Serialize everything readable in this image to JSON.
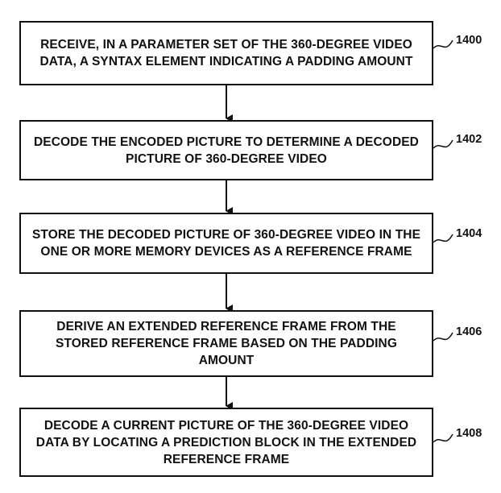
{
  "steps": [
    {
      "id": "1400",
      "text": "RECEIVE, IN A PARAMETER SET OF THE 360-DEGREE VIDEO DATA, A SYNTAX ELEMENT INDICATING A PADDING AMOUNT"
    },
    {
      "id": "1402",
      "text": "DECODE THE ENCODED PICTURE TO DETERMINE A DECODED PICTURE OF 360-DEGREE VIDEO"
    },
    {
      "id": "1404",
      "text": "STORE THE DECODED PICTURE OF 360-DEGREE VIDEO IN THE ONE OR MORE MEMORY DEVICES AS A REFERENCE FRAME"
    },
    {
      "id": "1406",
      "text": "DERIVE AN EXTENDED REFERENCE FRAME FROM THE STORED REFERENCE FRAME BASED ON THE PADDING AMOUNT"
    },
    {
      "id": "1408",
      "text": "DECODE A CURRENT PICTURE OF THE 360-DEGREE VIDEO DATA BY LOCATING A PREDICTION BLOCK IN THE EXTENDED REFERENCE FRAME"
    }
  ]
}
